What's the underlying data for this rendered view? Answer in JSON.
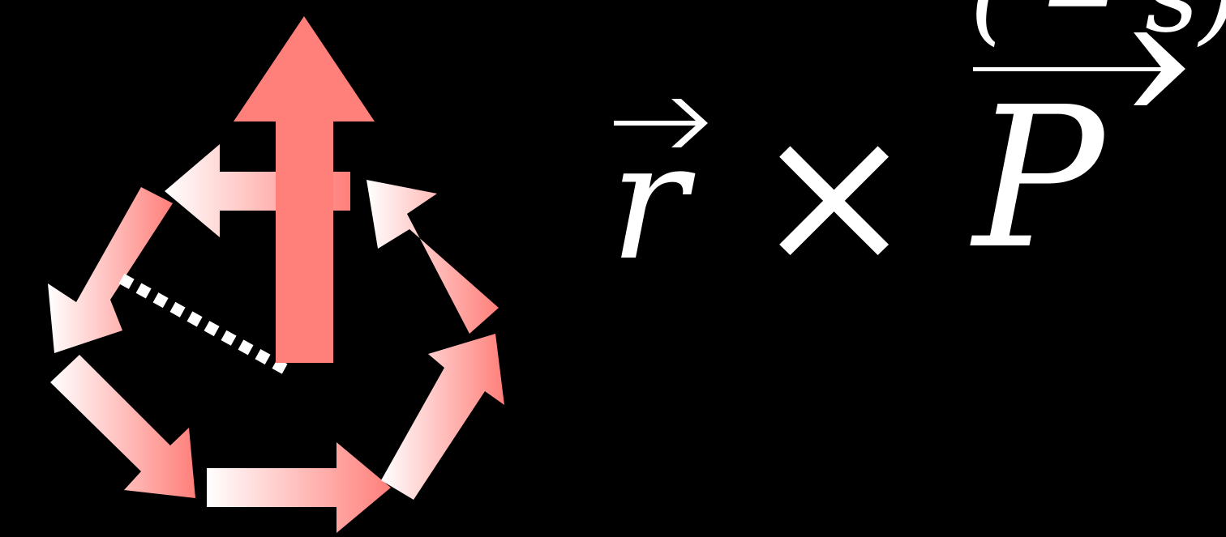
{
  "equation": {
    "partial_text": "( ‒ s)",
    "r_symbol": "r",
    "times_symbol": "×",
    "p_symbol": "P"
  },
  "colors": {
    "background": "#000000",
    "arrow_strong": "#ff7f7a",
    "arrow_light": "#ffffff",
    "text": "#ffffff"
  },
  "icons": {
    "loop_arrows": "curved-circulation-arrows-icon",
    "vertical_arrow": "up-arrow-icon",
    "radius_line": "dotted-radius-line",
    "vector_arrow": "right-arrow-icon"
  }
}
